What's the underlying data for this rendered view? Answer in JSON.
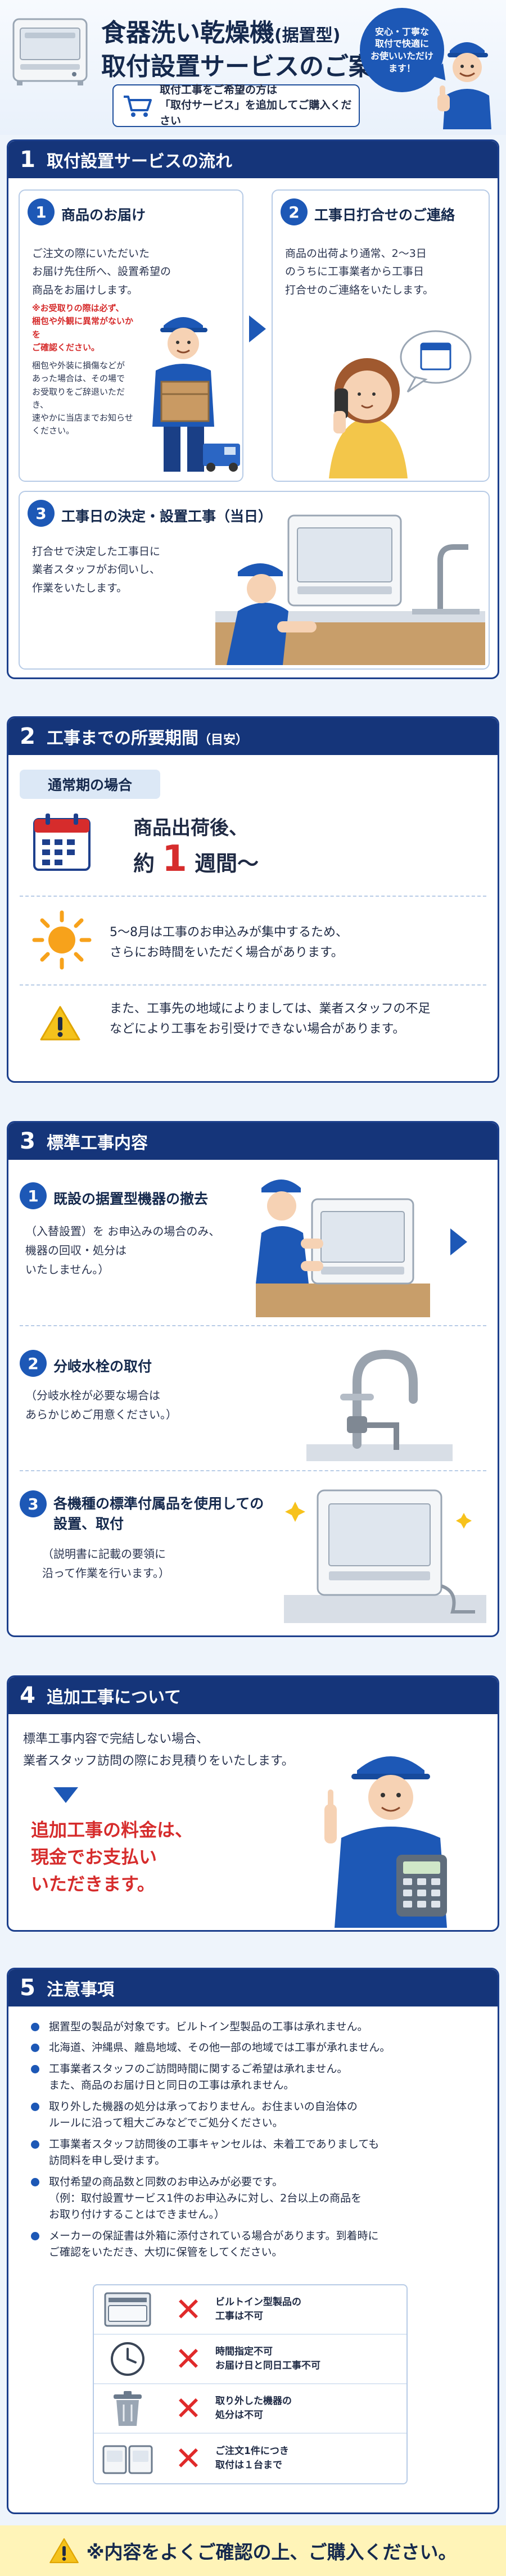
{
  "header": {
    "title_main": "食器洗い乾燥機",
    "title_paren": "(据置型)",
    "title_sub": "取付設置サービスのご案内",
    "note": "取付工事をご希望の方は\n「取付サービス」を追加してご購入ください",
    "bubble": "安心・丁寧な\n取付で快適に\nお使いいただけ\nます！"
  },
  "s1": {
    "num": "1",
    "title": "取付設置サービスの流れ",
    "step1": {
      "num": "1",
      "title": "商品のお届け",
      "text": "ご注文の際にいただいた\nお届け先住所へ、設置希望の\n商品をお届けします。",
      "warn": "※お受取りの際は必ず、\n梱包や外観に異常がないかを\nご確認ください。",
      "small": "梱包や外装に損傷などが\nあった場合は、その場で\nお受取りをご辞退いただき、\n速やかに当店までお知らせ\nください。"
    },
    "step2": {
      "num": "2",
      "title": "工事日打合せのご連絡",
      "text": "商品の出荷より通常、2〜3日\nのうちに工事業者から工事日\n打合せのご連絡をいたします。"
    },
    "step3": {
      "num": "3",
      "title": "工事日の決定・設置工事（当日）",
      "text": "打合せで決定した工事日に\n業者スタッフがお伺いし、\n作業をいたします。"
    }
  },
  "s2": {
    "num": "2",
    "title": "工事までの所要期間",
    "title_paren": "（目安）",
    "tag": "通常期の場合",
    "line1": "商品出荷後、",
    "pre": "約",
    "big": "1",
    "post": "週間〜",
    "season": "5〜8月は工事のお申込みが集中するため、\nさらにお時間をいただく場合があります。",
    "caution": "また、工事先の地域によりましては、業者スタッフの不足\nなどにより工事をお引受けできない場合があります。"
  },
  "s3": {
    "num": "3",
    "title": "標準工事内容",
    "item1": {
      "num": "1",
      "title": "既設の据置型機器の撤去",
      "text": "（入替設置）を お申込みの場合のみ、\n機器の回収・処分は\nいたしません。）"
    },
    "item2": {
      "num": "2",
      "title": "分岐水栓の取付",
      "text": "（分岐水栓が必要な場合は\nあらかじめご用意ください。）"
    },
    "item3": {
      "num": "3",
      "title": "各機種の標準付属品を使用しての\n設置、取付",
      "text": "（説明書に記載の要領に\n沿って作業を行います。）"
    }
  },
  "s4": {
    "num": "4",
    "title": "追加工事について",
    "text": "標準工事内容で完結しない場合、\n業者スタッフ訪問の際にお見積りをいたします。",
    "red": "追加工事の料金は、\n現金でお支払い\nいただきます。"
  },
  "s5": {
    "num": "5",
    "title": "注意事項",
    "notes": [
      "据置型の製品が対象です。ビルトイン型製品の工事は承れません。",
      "北海道、沖縄県、離島地域、その他一部の地域では工事が承れません。",
      "工事業者スタッフのご訪問時間に関するご希望は承れません。\nまた、商品のお届け日と同日の工事は承れません。",
      "取り外した機器の処分は承っておりません。お住まいの自治体の\nルールに沿って粗大ごみなどでご処分ください。",
      "工事業者スタッフ訪問後の工事キャンセルは、未着工でありましても\n訪問料を申し受けます。",
      "取付希望の商品数と同数のお申込みが必要です。\n（例：取付設置サービス1件のお申込みに対し、2台以上の商品を\nお取り付けすることはできません。）",
      "メーカーの保証書は外箱に添付されている場合があります。到着時に\nご確認をいただき、大切に保管をしてください。"
    ],
    "ng": [
      {
        "icon": "builtin-dishwasher-icon",
        "text": "ビルトイン型製品の\n工事は不可"
      },
      {
        "icon": "clock-icon",
        "text": "時間指定不可\nお届け日と同日工事不可"
      },
      {
        "icon": "trash-can-icon",
        "text": "取り外した機器の\n処分は不可"
      },
      {
        "icon": "dishwasher-units-icon",
        "text": "ご注文1件につき\n取付は１台まで"
      }
    ]
  },
  "footer": {
    "text": "※内容をよくご確認の上、ご購入ください。"
  },
  "colors": {
    "navy": "#15357a",
    "accent": "#1d58b6",
    "red": "#d62c2c",
    "footer_bg": "#fff4b8"
  }
}
